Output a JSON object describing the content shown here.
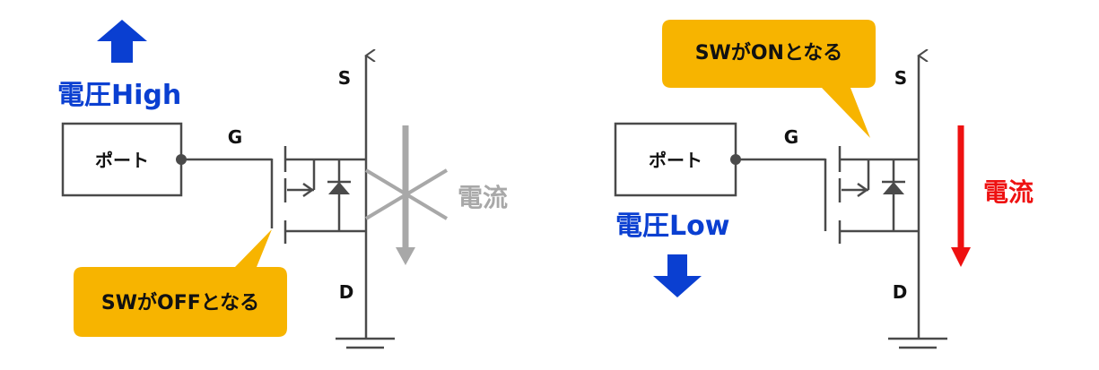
{
  "colors": {
    "wire": "#4a4a4a",
    "blue": "#0a3fd1",
    "red": "#ee1111",
    "gray": "#a8a8a8",
    "callout": "#f7b400",
    "text": "#111111"
  },
  "left_panel": {
    "voltage_label": "電圧High",
    "voltage_arrow_icon": "up-arrow-icon",
    "port_label": "ポート",
    "gate_label": "G",
    "source_label": "S",
    "drain_label": "D",
    "callout_text": "SWがOFFとなる",
    "current_label": "電流",
    "current_icon": "crossed-arrow-icon"
  },
  "right_panel": {
    "voltage_label": "電圧Low",
    "voltage_arrow_icon": "down-arrow-icon",
    "port_label": "ポート",
    "gate_label": "G",
    "source_label": "S",
    "drain_label": "D",
    "callout_text": "SWがONとなる",
    "current_label": "電流",
    "current_icon": "down-arrow-icon"
  }
}
